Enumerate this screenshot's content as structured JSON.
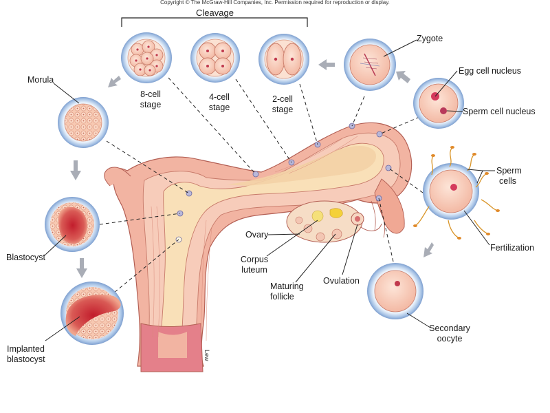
{
  "copyright": "Copyright © The McGraw-Hill Companies, Inc. Permission required for reproduction or display.",
  "signature": "Lew",
  "labels": {
    "cleavage": "Cleavage",
    "zygote": "Zygote",
    "morula": "Morula",
    "eight_cell": [
      "8-cell",
      "stage"
    ],
    "four_cell": [
      "4-cell",
      "stage"
    ],
    "two_cell": [
      "2-cell",
      "stage"
    ],
    "egg_nucleus": "Egg cell nucleus",
    "sperm_nucleus": "Sperm cell nucleus",
    "sperm_cells": [
      "Sperm",
      "cells"
    ],
    "fertilization": "Fertilization",
    "blastocyst": "Blastocyst",
    "implanted": [
      "Implanted",
      "blastocyst"
    ],
    "ovary": "Ovary",
    "corpus_luteum": [
      "Corpus",
      "luteum"
    ],
    "maturing_follicle": [
      "Maturing",
      "follicle"
    ],
    "ovulation": "Ovulation",
    "secondary_oocyte": [
      "Secondary",
      "oocyte"
    ]
  }
}
